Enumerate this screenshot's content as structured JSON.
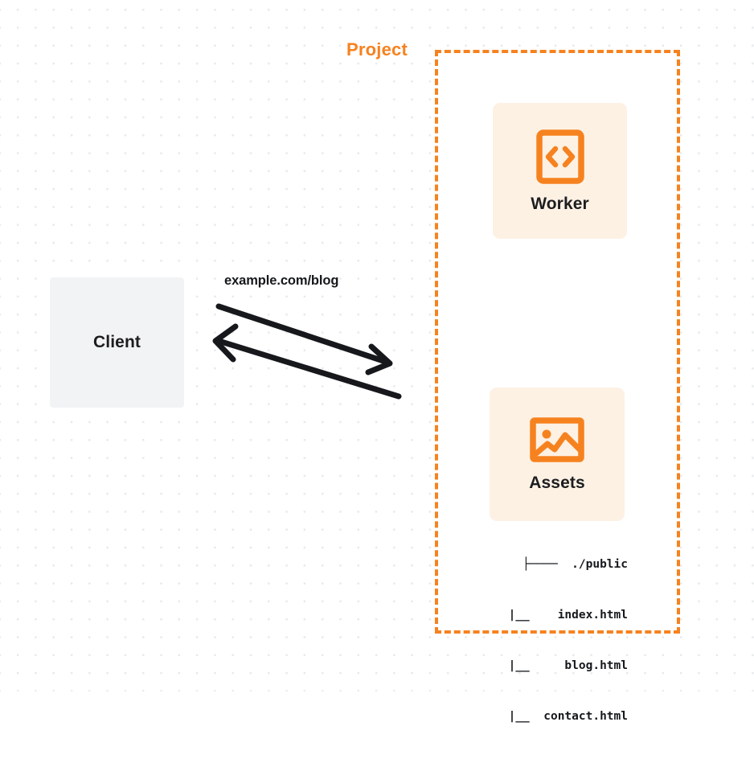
{
  "diagram": {
    "type": "architecture-flow",
    "background": {
      "style": "dot-grid",
      "dot_color": "#e9eaec",
      "page_color": "#ffffff"
    },
    "colors": {
      "accent_orange": "#f6821f",
      "card_fill": "#fdf1e4",
      "client_fill": "#f2f3f5",
      "text_dark": "#1d1d1f"
    },
    "client": {
      "label": "Client",
      "icon": "plain-box"
    },
    "connection": {
      "label": "example.com/blog",
      "request_direction": "client-to-project",
      "response_direction": "project-to-client",
      "arrow_color": "#16181c"
    },
    "project": {
      "title": "Project",
      "border_style": "dashed",
      "border_color": "#f6821f",
      "nodes": [
        {
          "id": "worker",
          "label": "Worker",
          "icon": "code-brackets-icon"
        },
        {
          "id": "assets",
          "label": "Assets",
          "icon": "image-picture-icon"
        }
      ]
    },
    "assets_tree": {
      "rows": [
        "├────  ./public",
        "  |__    index.html",
        "  |__     blog.html",
        "  |__  contact.html"
      ]
    }
  }
}
